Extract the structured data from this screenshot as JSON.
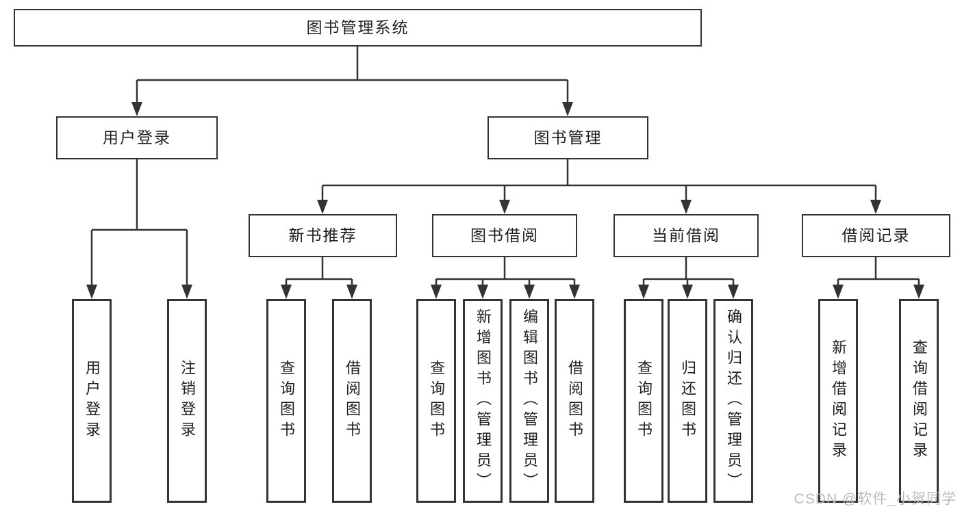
{
  "colors": {
    "line": "#333333",
    "box_border": "#333333",
    "box_fill": "#ffffff",
    "text": "#1f1f1f",
    "watermark": "#bcbcbc",
    "background": "#ffffff"
  },
  "watermark": {
    "text": "CSDN @软件_小贺同学"
  },
  "tree": {
    "label": "图书管理系统",
    "children": [
      {
        "label": "用户登录",
        "children": [
          {
            "label": "用户登录"
          },
          {
            "label": "注销登录"
          }
        ]
      },
      {
        "label": "图书管理",
        "children": [
          {
            "label": "新书推荐",
            "children": [
              {
                "label": "查询图书"
              },
              {
                "label": "借阅图书"
              }
            ]
          },
          {
            "label": "图书借阅",
            "children": [
              {
                "label": "查询图书"
              },
              {
                "label": "新增图书（管理员）"
              },
              {
                "label": "编辑图书（管理员）"
              },
              {
                "label": "借阅图书"
              }
            ]
          },
          {
            "label": "当前借阅",
            "children": [
              {
                "label": "查询图书"
              },
              {
                "label": "归还图书"
              },
              {
                "label": "确认归还（管理员）"
              }
            ]
          },
          {
            "label": "借阅记录",
            "children": [
              {
                "label": "新增借阅记录"
              },
              {
                "label": "查询借阅记录"
              }
            ]
          }
        ]
      }
    ]
  }
}
